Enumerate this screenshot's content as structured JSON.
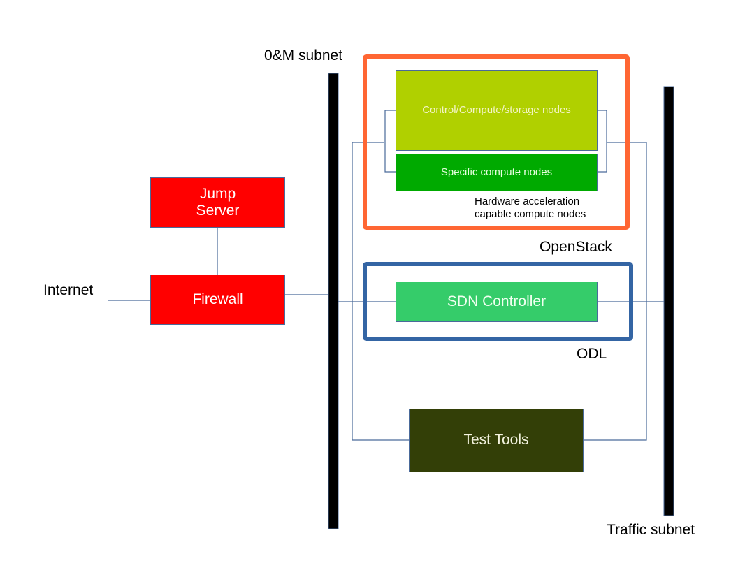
{
  "labels": {
    "om_subnet": "0&M subnet",
    "traffic_subnet": "Traffic subnet",
    "internet": "Internet",
    "openstack": "OpenStack",
    "odl": "ODL",
    "hw_accel_line1": "Hardware acceleration",
    "hw_accel_line2": "capable compute nodes"
  },
  "nodes": {
    "jump_server_line1": "Jump",
    "jump_server_line2": "Server",
    "firewall": "Firewall",
    "control_compute_storage": "Control/Compute/storage nodes",
    "specific_compute": "Specific compute nodes",
    "sdn_controller": "SDN Controller",
    "test_tools": "Test Tools"
  },
  "colors": {
    "firewall_fill": "#ff0000",
    "jump_server_fill": "#ff0000",
    "control_nodes_fill": "#b0d000",
    "specific_nodes_fill": "#00aa00",
    "sdn_fill": "#35cc6a",
    "test_tools_fill": "#333f07",
    "openstack_border": "#ff6633",
    "odl_border": "#3465a4",
    "subnet_bar": "#000000",
    "link_line": "#4a6a9a"
  }
}
